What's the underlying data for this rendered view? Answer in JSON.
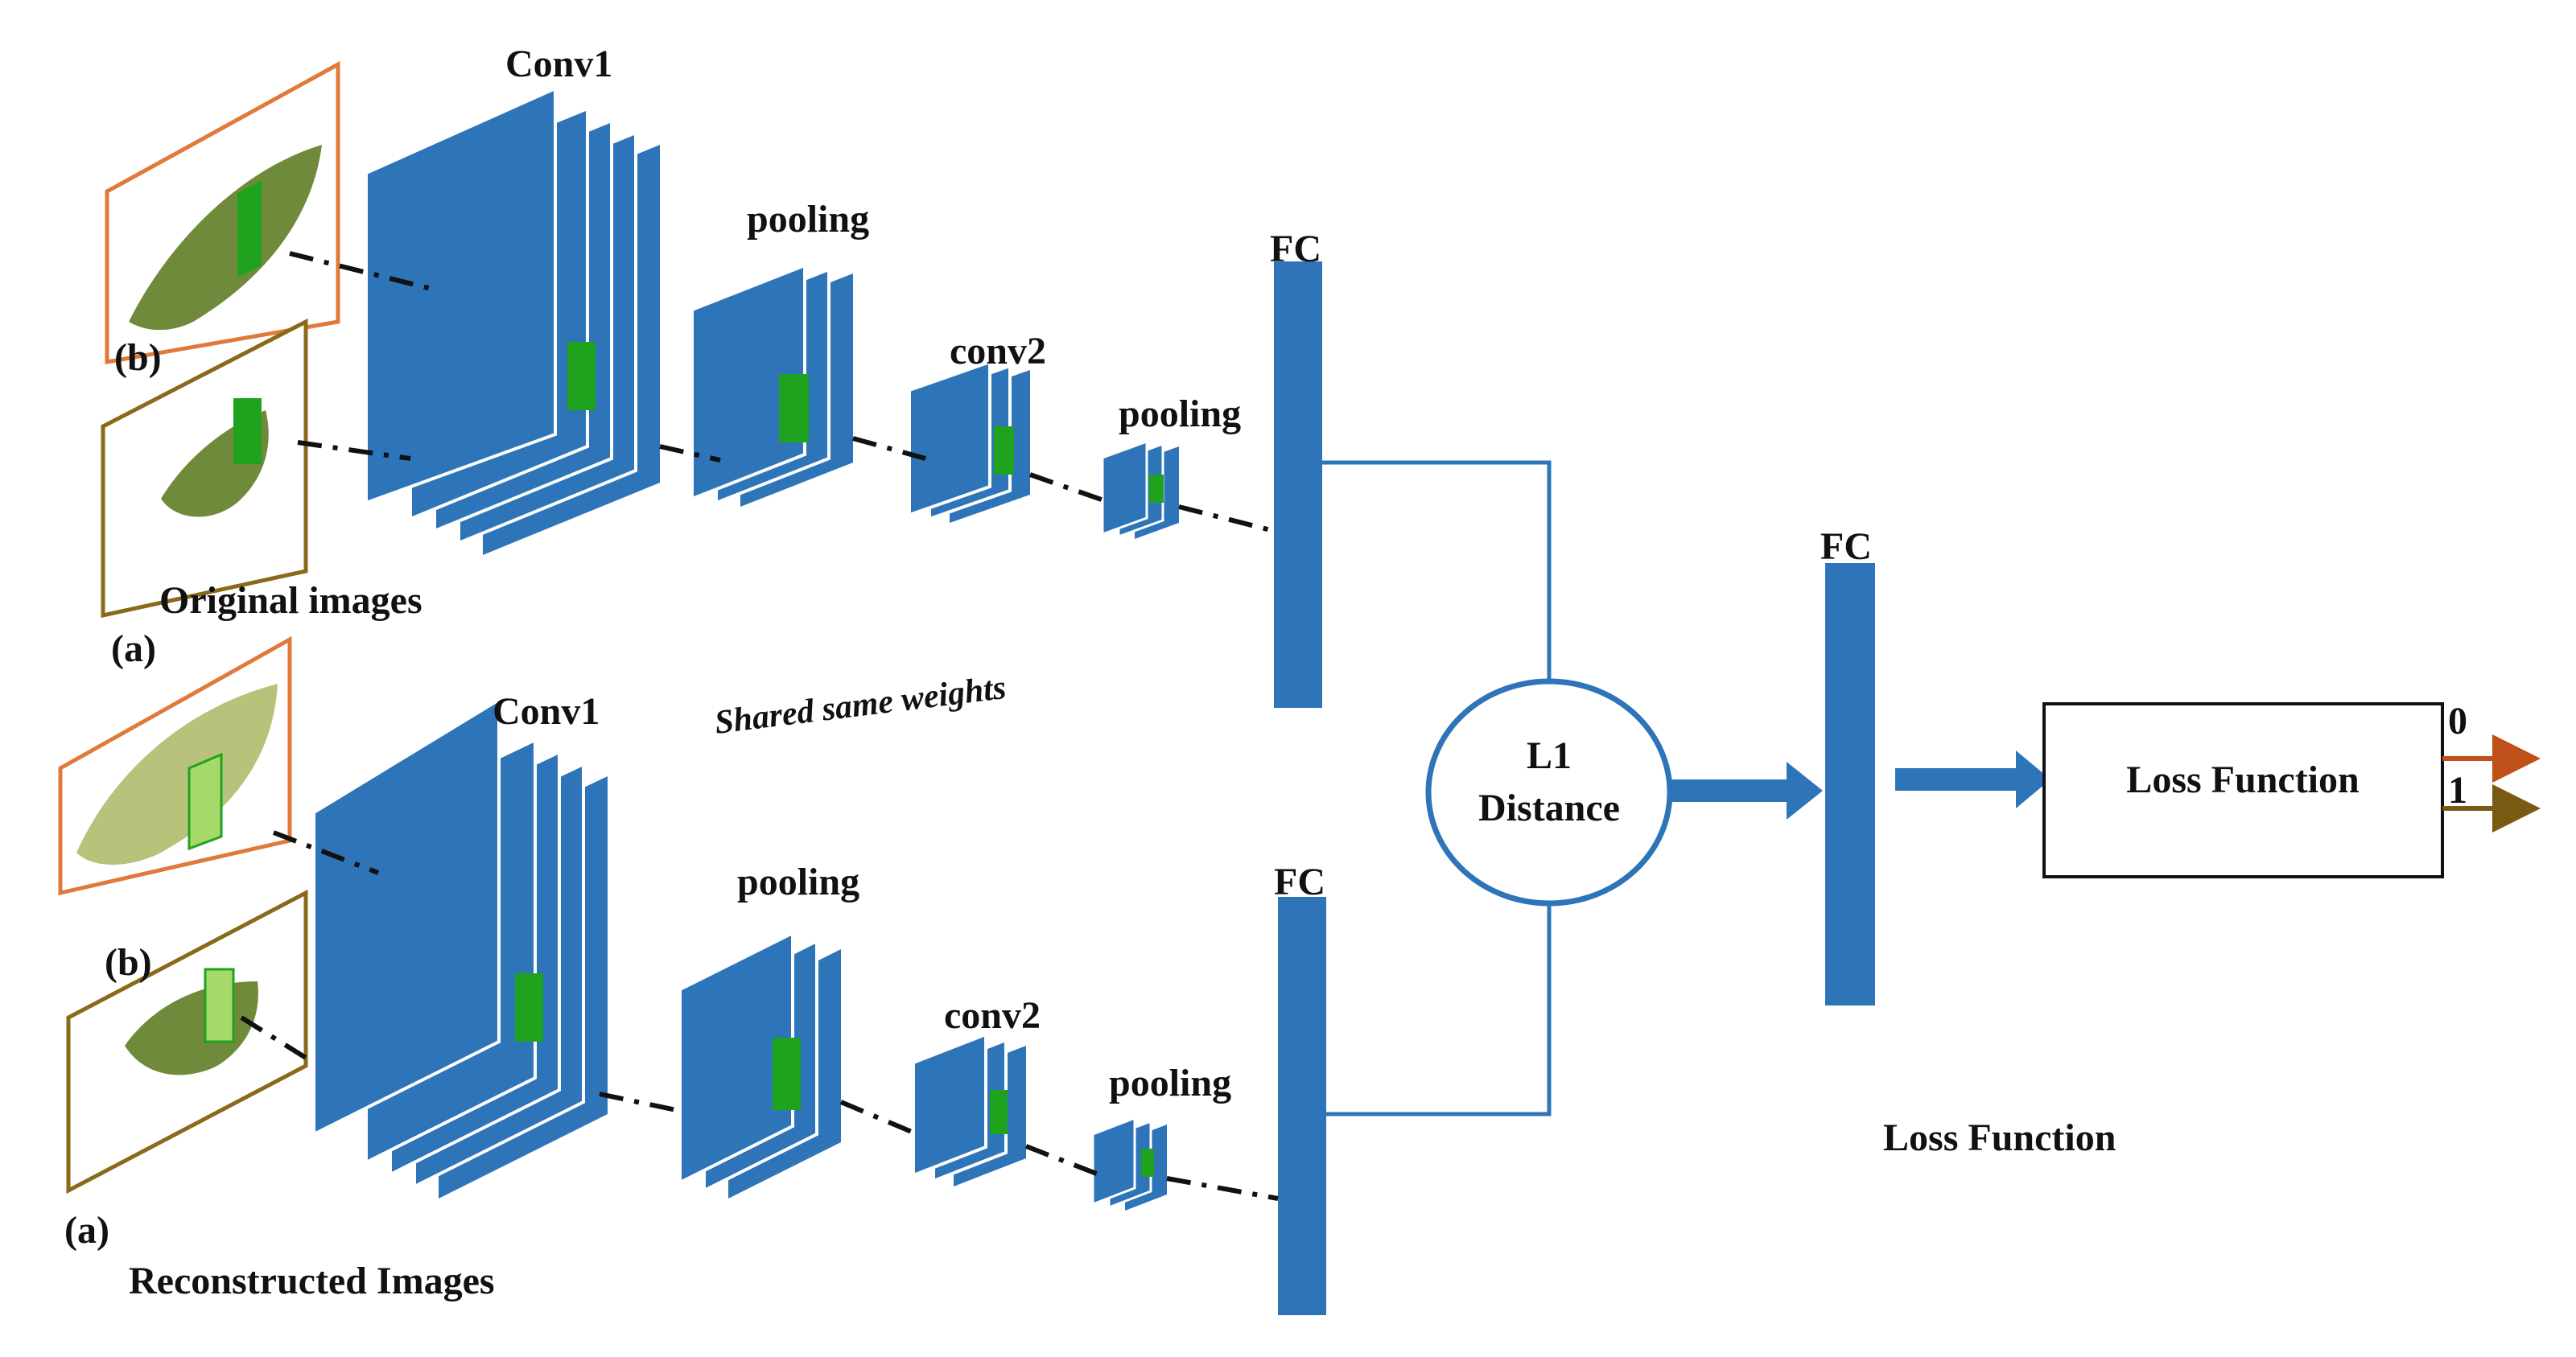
{
  "branch_top": {
    "caption": "Original images",
    "image_b_tag": "(b)",
    "image_a_tag": "(a)",
    "conv1_label": "Conv1",
    "pool1_label": "pooling",
    "conv2_label": "conv2",
    "pool2_label": "pooling",
    "fc_label": "FC"
  },
  "branch_bottom": {
    "caption": "Reconstructed Images",
    "image_b_tag": "(b)",
    "image_a_tag": "(a)",
    "conv1_label": "Conv1",
    "pool1_label": "pooling",
    "conv2_label": "conv2",
    "pool2_label": "pooling",
    "fc_label": "FC"
  },
  "shared_weights_label": "Shared same weights",
  "distance": {
    "line1": "L1",
    "line2": "Distance"
  },
  "fc_merge_label": "FC",
  "loss_box_label": "Loss Function",
  "loss_caption": "Loss Function",
  "outputs": [
    {
      "label": "0",
      "color": "#c0501a"
    },
    {
      "label": "1",
      "color": "#7a5a12"
    }
  ],
  "colors": {
    "layer_blue": "#2e74b8",
    "receptive_green": "#1fa31f",
    "frame_orange": "#e07a3a",
    "frame_olive": "#8a6a1a",
    "leaf_dark": "#6f8a3a",
    "leaf_light": "#b8c27a"
  }
}
